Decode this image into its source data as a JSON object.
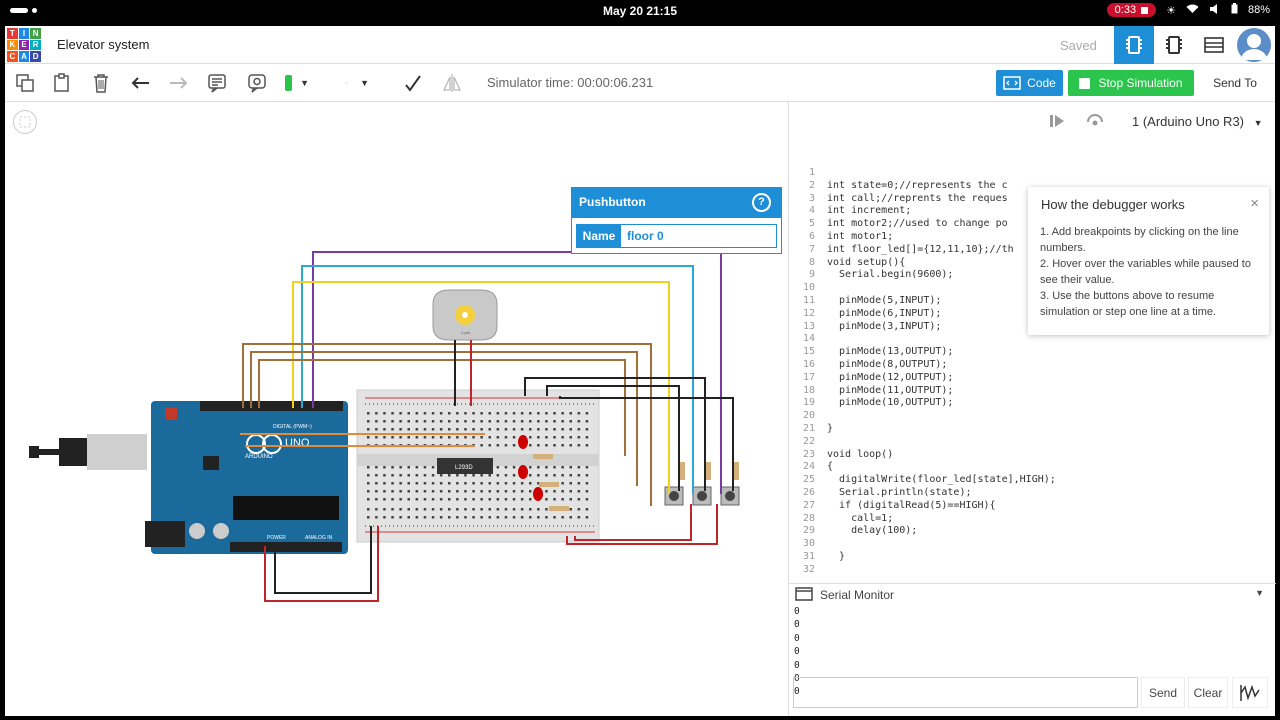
{
  "os": {
    "clock": "May 20  21:15",
    "record_time": "0:33",
    "battery": "88%"
  },
  "header": {
    "title": "Elevator system",
    "saved": "Saved"
  },
  "logo": {
    "letters": [
      "T",
      "I",
      "N",
      "K",
      "E",
      "R",
      "C",
      "A",
      "D"
    ],
    "colors": [
      "#e53935",
      "#1e88e5",
      "#43a047",
      "#fb8c00",
      "#8e24aa",
      "#00acc1",
      "#f4511e",
      "#1e88e5",
      "#3949ab"
    ]
  },
  "toolbar": {
    "sim_time": "Simulator time: 00:00:06.231",
    "code_label": "Code",
    "stop_label": "Stop Simulation",
    "send_to_label": "Send To",
    "color_swatch": "#2bc44d"
  },
  "pushbutton": {
    "title": "Pushbutton",
    "help": "?",
    "name_label": "Name",
    "name_value": "floor 0"
  },
  "code_panel": {
    "device": "1 (Arduino Uno R3)",
    "line_numbers": [
      "1",
      "2",
      "3",
      "4",
      "5",
      "6",
      "7",
      "8",
      "9",
      "10",
      "11",
      "12",
      "13",
      "14",
      "15",
      "16",
      "17",
      "18",
      "19",
      "20",
      "21",
      "22",
      "23",
      "24",
      "25",
      "26",
      "27",
      "28",
      "29",
      "30",
      "31",
      "32"
    ],
    "lines": [
      "",
      "int state=0;//represents the c",
      "int call;//reprents the reques",
      "int increment;",
      "int motor2;//used to change po",
      "int motor1;",
      "int floor_led[]={12,11,10};//th",
      "void setup(){",
      "  Serial.begin(9600);",
      "",
      "  pinMode(5,INPUT);",
      "  pinMode(6,INPUT);",
      "  pinMode(3,INPUT);",
      "",
      "  pinMode(13,OUTPUT);",
      "  pinMode(8,OUTPUT);",
      "  pinMode(12,OUTPUT);",
      "  pinMode(11,OUTPUT);",
      "  pinMode(10,OUTPUT);",
      "",
      "}",
      "",
      "void loop()",
      "{",
      "  digitalWrite(floor_led[state],HIGH);",
      "  Serial.println(state);",
      "  if (digitalRead(5)==HIGH){",
      "    call=1;",
      "    delay(100);",
      "",
      "  }",
      ""
    ]
  },
  "debugger": {
    "title": "How the debugger works",
    "close": "×",
    "steps": [
      "1. Add breakpoints by clicking on the line numbers.",
      "2. Hover over the variables while paused to see their value.",
      "3. Use the buttons above to resume simulation or step one line at a time."
    ]
  },
  "serial": {
    "title": "Serial Monitor",
    "output": [
      "0",
      "0",
      "0",
      "0",
      "0",
      "0",
      "0"
    ],
    "send_label": "Send",
    "clear_label": "Clear"
  },
  "circuit": {
    "chip_label": "L293D",
    "arduino_label": "ARDUINO",
    "uno_label": "UNO",
    "digital_label": "DIGITAL (PWM~)",
    "power_label": "POWER",
    "analog_label": "ANALOG IN",
    "motor_label": "1-pin"
  }
}
